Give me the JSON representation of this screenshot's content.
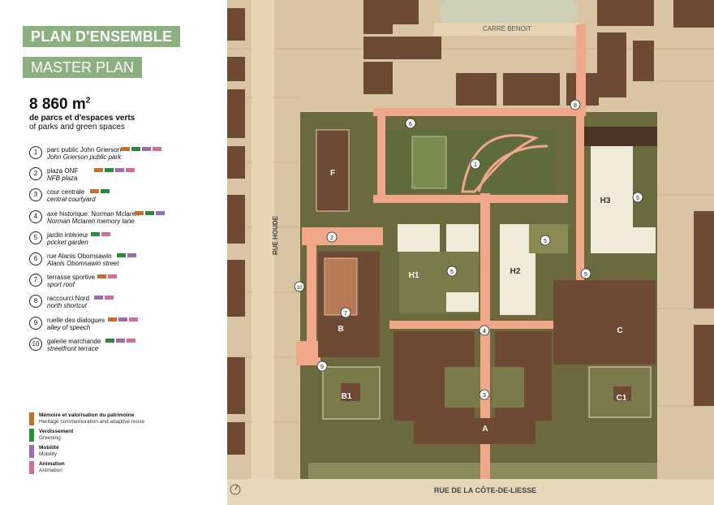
{
  "title": {
    "fr": "PLAN D'ENSEMBLE",
    "en": "MASTER PLAN"
  },
  "area": {
    "value": "8 860 m",
    "unit_sup": "2",
    "label_fr": "de parcs et d'espaces verts",
    "label_en": "of parks and green spaces"
  },
  "colors": {
    "heritage": "#c86f2b",
    "greening": "#2a8c3a",
    "mobility": "#9a6db5",
    "animation": "#d86b9e",
    "accent_green": "#8cb07f",
    "building": "#6e4a35",
    "path": "#f0a78a"
  },
  "legend_items": [
    {
      "num": "1",
      "fr": "parc public John Grierson",
      "en": "John Grierson public park",
      "tags": [
        "heritage",
        "greening",
        "mobility",
        "animation"
      ]
    },
    {
      "num": "2",
      "fr": "plaza ONF",
      "en": "NFB plaza",
      "tags": [
        "heritage",
        "greening",
        "mobility",
        "animation"
      ]
    },
    {
      "num": "3",
      "fr": "cour centrale",
      "en": "central courtyard",
      "tags": [
        "heritage",
        "greening"
      ]
    },
    {
      "num": "4",
      "fr": "axe historique: Norman Mclaren",
      "en": "Norman Mclaren memory lane",
      "tags": [
        "heritage",
        "greening",
        "mobility"
      ]
    },
    {
      "num": "5",
      "fr": "jardin intérieur",
      "en": "pocket garden",
      "tags": [
        "greening",
        "animation"
      ]
    },
    {
      "num": "6",
      "fr": "rue Alanis Obomsawin",
      "en": "Alanis Obomsawin street",
      "tags": [
        "greening",
        "mobility"
      ]
    },
    {
      "num": "7",
      "fr": "terrasse sportive",
      "en": "sport roof",
      "tags": [
        "heritage",
        "animation"
      ]
    },
    {
      "num": "8",
      "fr": "raccourci Nord",
      "en": "north shortcut",
      "tags": [
        "mobility",
        "animation"
      ]
    },
    {
      "num": "9",
      "fr": "ruelle des dialogues",
      "en": "alley of speech",
      "tags": [
        "heritage",
        "mobility",
        "animation"
      ]
    },
    {
      "num": "10",
      "fr": "galerie marchande",
      "en": "streetfront terrace",
      "tags": [
        "greening",
        "mobility",
        "animation"
      ]
    }
  ],
  "categories": [
    {
      "key": "heritage",
      "fr": "Mémoire et valorisation du patrimoine",
      "en": "Heritage commemoration and adaptive reuse"
    },
    {
      "key": "greening",
      "fr": "Verdissement",
      "en": "Greening"
    },
    {
      "key": "mobility",
      "fr": "Mobilité",
      "en": "Mobility"
    },
    {
      "key": "animation",
      "fr": "Animation",
      "en": "Animation"
    }
  ],
  "map": {
    "street_north": "CARRÉ BENOIT",
    "street_west": "RUE HOUDE",
    "street_south": "RUE DE LA CÔTE-DE-LIESSE",
    "buildings": [
      "F",
      "H1",
      "H2",
      "H3",
      "B",
      "B1",
      "A",
      "C",
      "C1"
    ],
    "markers": [
      "1",
      "2",
      "3",
      "4",
      "5",
      "5",
      "5",
      "5",
      "6",
      "7",
      "8",
      "9",
      "10"
    ]
  }
}
